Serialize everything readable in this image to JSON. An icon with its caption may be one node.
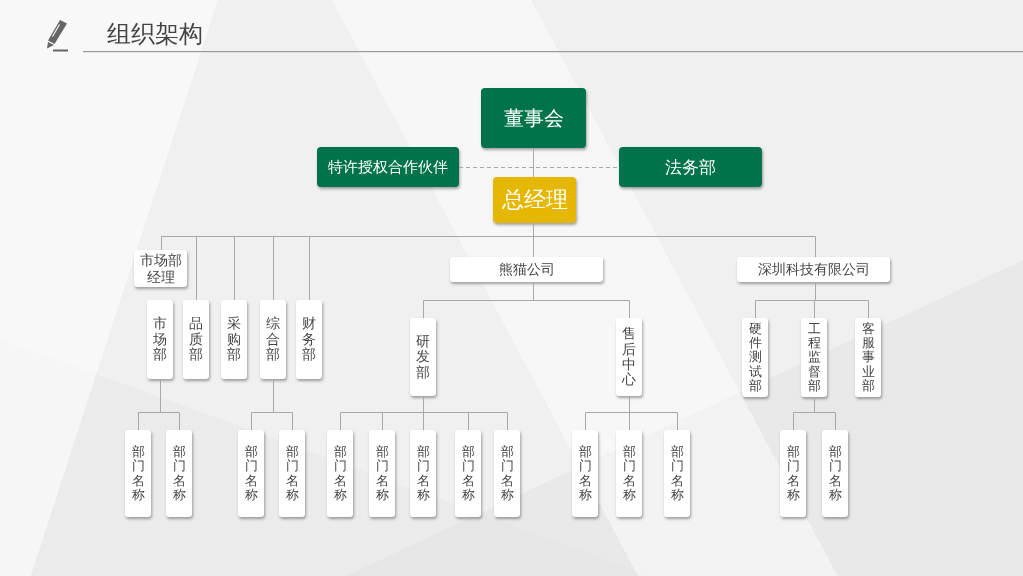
{
  "diagram": {
    "title": "组织架构",
    "nodes": [
      {
        "text": [
          "董事会"
        ]
      },
      {
        "text": [
          "特许授权合作伙伴"
        ]
      },
      {
        "text": [
          "法务部"
        ]
      },
      {
        "text": [
          "总经理"
        ]
      },
      {
        "text": [
          "市场部经理"
        ]
      },
      {
        "text": [
          "熊猫公司"
        ]
      },
      {
        "text": [
          "深圳科技有限公司"
        ]
      },
      {
        "text": [
          "市场部"
        ]
      },
      {
        "text": [
          "品质部"
        ]
      },
      {
        "text": [
          "采购部"
        ]
      },
      {
        "text": [
          "综合部"
        ]
      },
      {
        "text": [
          "财务部"
        ]
      },
      {
        "text": [
          "研发部"
        ]
      },
      {
        "text": [
          "售后中心"
        ]
      },
      {
        "text": [
          "硬件测试部"
        ]
      },
      {
        "text": [
          "工程监督部"
        ]
      },
      {
        "text": [
          "客服事业部"
        ]
      },
      {
        "text": [
          "部门名称"
        ]
      },
      {
        "text": [
          "部门名称"
        ]
      },
      {
        "text": [
          "部门名称"
        ]
      },
      {
        "text": [
          "部门名称"
        ]
      },
      {
        "text": [
          "部门名称"
        ]
      },
      {
        "text": [
          "部门名称"
        ]
      },
      {
        "text": [
          "部门名称"
        ]
      },
      {
        "text": [
          "部门名称"
        ]
      },
      {
        "text": [
          "部门名称"
        ]
      },
      {
        "text": [
          "部门名称"
        ]
      },
      {
        "text": [
          "部门名称"
        ]
      },
      {
        "text": [
          "部门名称"
        ]
      },
      {
        "text": [
          "部门名称"
        ]
      },
      {
        "text": [
          "部门名称"
        ]
      }
    ],
    "edges": [
      {
        "from": 0,
        "to": 3,
        "arrow": "none"
      },
      {
        "from": 1,
        "to": 2,
        "arrow": "none",
        "style": "dashed"
      },
      {
        "from": 3,
        "to": 4,
        "arrow": "none"
      },
      {
        "from": 3,
        "to": 8,
        "arrow": "none"
      },
      {
        "from": 3,
        "to": 9,
        "arrow": "none"
      },
      {
        "from": 3,
        "to": 10,
        "arrow": "none"
      },
      {
        "from": 3,
        "to": 11,
        "arrow": "none"
      },
      {
        "from": 3,
        "to": 5,
        "arrow": "none"
      },
      {
        "from": 3,
        "to": 6,
        "arrow": "none"
      },
      {
        "from": 5,
        "to": 12,
        "arrow": "none"
      },
      {
        "from": 5,
        "to": 13,
        "arrow": "none"
      },
      {
        "from": 6,
        "to": 14,
        "arrow": "none"
      },
      {
        "from": 6,
        "to": 15,
        "arrow": "none"
      },
      {
        "from": 6,
        "to": 16,
        "arrow": "none"
      },
      {
        "from": 7,
        "to": 17,
        "arrow": "none"
      },
      {
        "from": 7,
        "to": 18,
        "arrow": "none"
      },
      {
        "from": 10,
        "to": 19,
        "arrow": "none"
      },
      {
        "from": 10,
        "to": 20,
        "arrow": "none"
      },
      {
        "from": 12,
        "to": 21,
        "arrow": "none"
      },
      {
        "from": 12,
        "to": 22,
        "arrow": "none"
      },
      {
        "from": 12,
        "to": 23,
        "arrow": "none"
      },
      {
        "from": 12,
        "to": 24,
        "arrow": "none"
      },
      {
        "from": 12,
        "to": 25,
        "arrow": "none"
      },
      {
        "from": 13,
        "to": 26,
        "arrow": "none"
      },
      {
        "from": 13,
        "to": 27,
        "arrow": "none"
      },
      {
        "from": 13,
        "to": 28,
        "arrow": "none"
      },
      {
        "from": 15,
        "to": 29,
        "arrow": "none"
      },
      {
        "from": 15,
        "to": 30,
        "arrow": "none"
      }
    ]
  }
}
